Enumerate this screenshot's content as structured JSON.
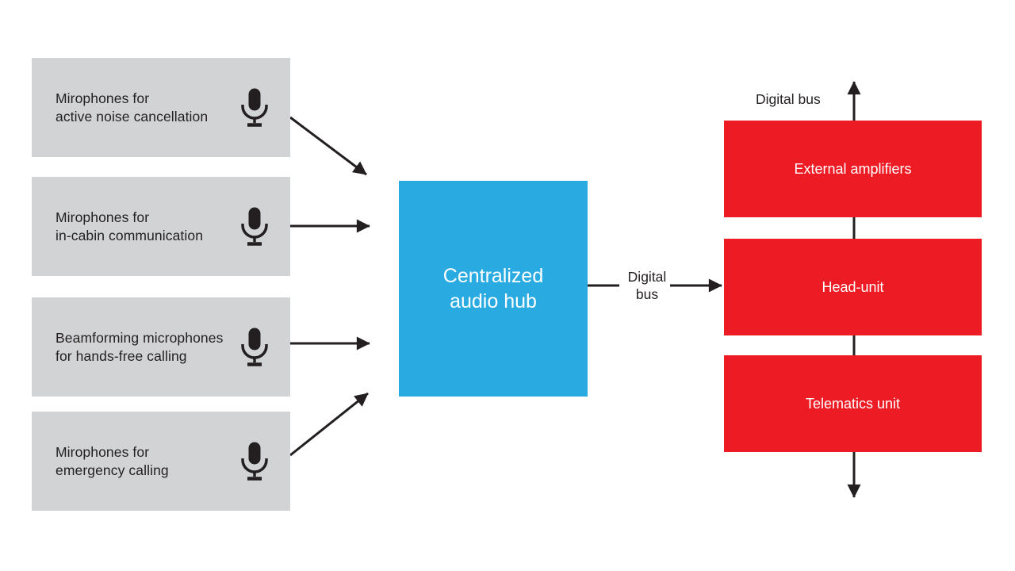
{
  "diagram": {
    "sources": [
      {
        "label": "Mirophones for\nactive noise cancellation",
        "icon": "microphone"
      },
      {
        "label": "Mirophones for\nin-cabin communication",
        "icon": "microphone"
      },
      {
        "label": "Beamforming microphones\nfor hands-free calling",
        "icon": "microphone"
      },
      {
        "label": "Mirophones for\nemergency calling",
        "icon": "microphone"
      }
    ],
    "hub": {
      "label": "Centralized\naudio hub"
    },
    "bus_labels": {
      "top": "Digital bus",
      "middle": "Digital\nbus"
    },
    "outputs": [
      {
        "label": "External amplifiers"
      },
      {
        "label": "Head-unit"
      },
      {
        "label": "Telematics unit"
      }
    ],
    "colors": {
      "source_box": "#d1d3d4",
      "hub_box": "#29abe2",
      "output_box": "#ed1c24",
      "arrow": "#231f20",
      "text_dark": "#231f20",
      "text_light": "#ffffff",
      "background": "#ffffff"
    }
  }
}
